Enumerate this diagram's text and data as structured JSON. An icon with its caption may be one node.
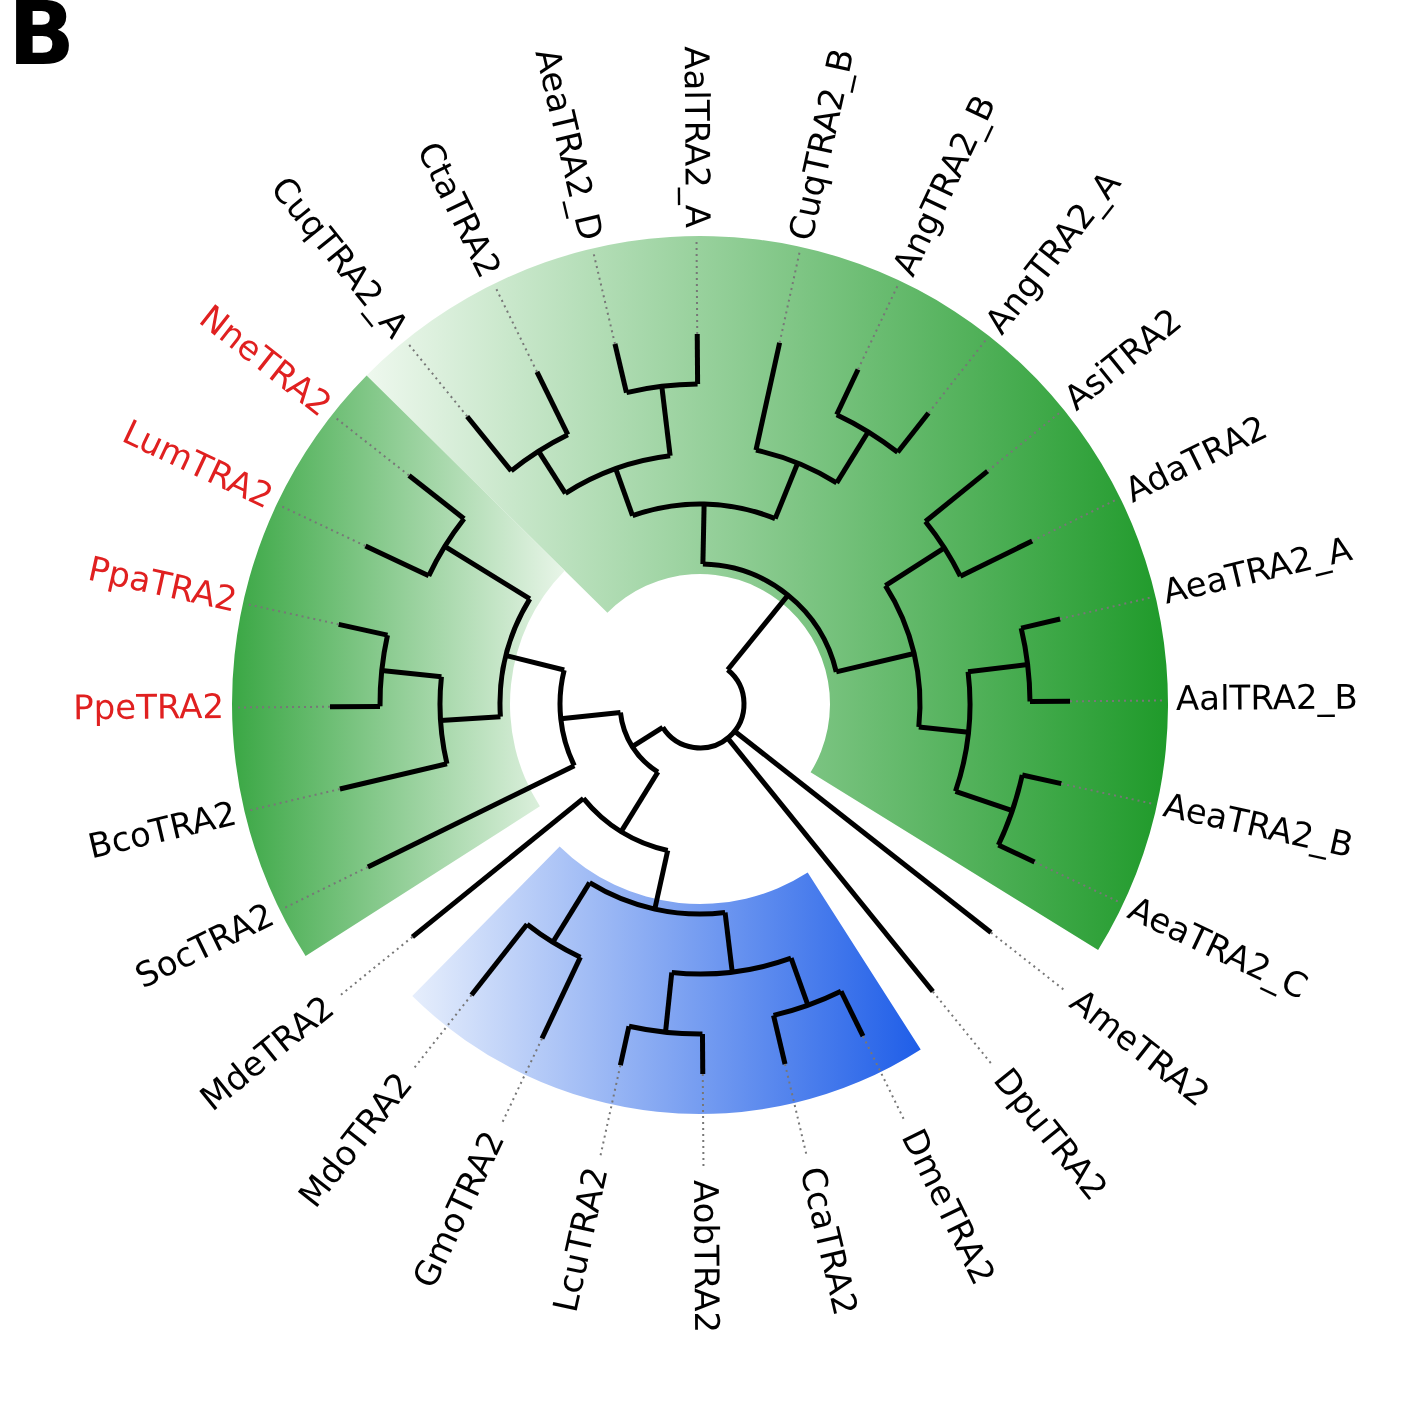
{
  "diagram": {
    "labels": [
      "B",
      "CuqTRA2_A",
      "CtaTRA2",
      "AeaTRA2_D",
      "AalTRA2_A",
      "CuqTRA2_B",
      "AngTRA2_B",
      "AngTRA2_A",
      "AsiTRA2",
      "AdaTRA2",
      "AeaTRA2_A",
      "AalTRA2_B",
      "AeaTRA2_B",
      "AeaTRA2_C",
      "AmeTRA2",
      "DpuTRA2",
      "DmeTRA2",
      "CcaTRA2",
      "AobTRA2",
      "LcuTRA2",
      "GmoTRA2",
      "MdoTRA2",
      "MdeTRA2",
      "SocTRA2",
      "BcoTRA2",
      "PpeTRA2",
      "PpaTRA2",
      "LumTRA2",
      "NneTRA2"
    ]
  }
}
